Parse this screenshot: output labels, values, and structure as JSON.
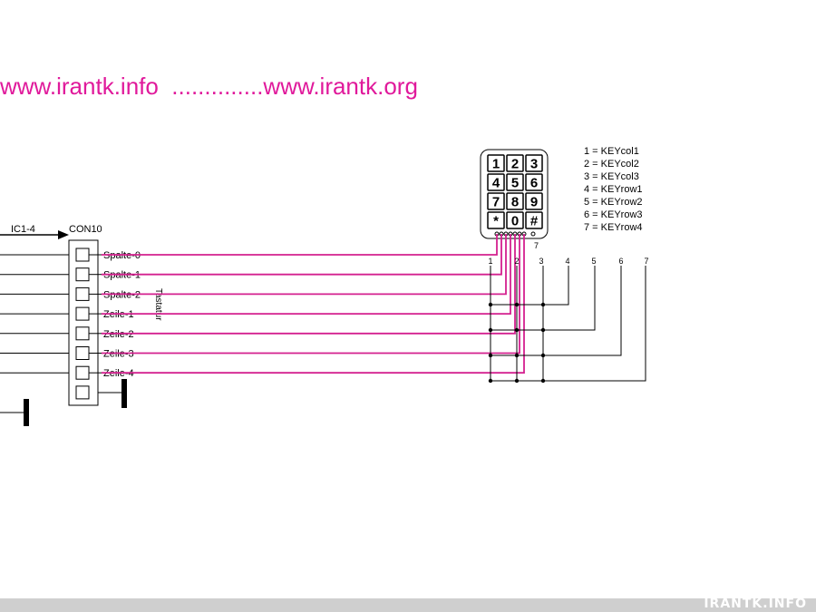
{
  "header": {
    "text": "www.irantk.info  ..............www.irantk.org"
  },
  "ic_label": "IC1-4",
  "connector": {
    "name": "CON10",
    "title": "Tastatur",
    "pins": [
      "Spalte-0",
      "Spalte-1",
      "Spalte-2",
      "Zeile-1",
      "Zeile-2",
      "Zeile-3",
      "Zeile-4",
      ""
    ]
  },
  "keypad": {
    "keys": [
      "1",
      "2",
      "3",
      "4",
      "5",
      "6",
      "7",
      "8",
      "9",
      "*",
      "0",
      "#"
    ],
    "pin_label": "7"
  },
  "legend": [
    "1 = KEYcol1",
    "2 = KEYcol2",
    "3 = KEYcol3",
    "4 = KEYrow1",
    "5 = KEYrow2",
    "6 = KEYrow3",
    "7 = KEYrow4"
  ],
  "pin_numbers": [
    "1",
    "2",
    "3",
    "4",
    "5",
    "6",
    "7"
  ],
  "footer": {
    "text": "IRANTK.INFO"
  },
  "colors": {
    "wire": "#d4208f",
    "accent": "#e0199b",
    "line": "#000000"
  }
}
